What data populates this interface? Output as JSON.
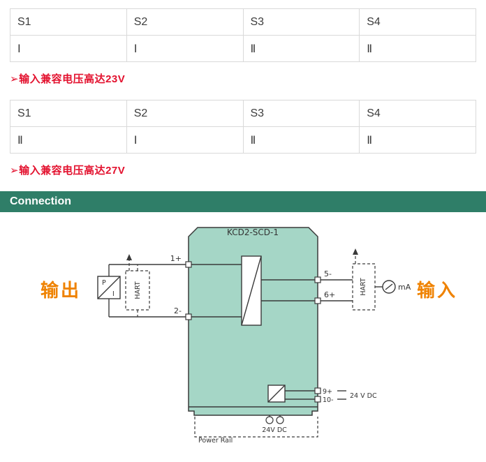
{
  "tables": [
    {
      "headers": [
        "S1",
        "S2",
        "S3",
        "S4"
      ],
      "values": [
        "Ⅰ",
        "Ⅰ",
        "Ⅱ",
        "Ⅱ"
      ],
      "note": "➢输入兼容电压高达23V"
    },
    {
      "headers": [
        "S1",
        "S2",
        "S3",
        "S4"
      ],
      "values": [
        "Ⅱ",
        "Ⅰ",
        "Ⅱ",
        "Ⅱ"
      ],
      "note": "➢输入兼容电压高达27V"
    }
  ],
  "section_title": "Connection",
  "diagram": {
    "device_label": "KCD2-SCD-1",
    "output_label": "输出",
    "input_label": "输入",
    "hart_left": "HART",
    "hart_right": "HART",
    "pi_converter": {
      "p": "P",
      "i": "I"
    },
    "terminals": {
      "t1": "1+",
      "t2": "2-",
      "t5": "5-",
      "t6": "6+",
      "t9": "9+",
      "t10": "10-"
    },
    "meter_label": "mA",
    "dc_label_right": "24 V DC",
    "dc_label_bottom": "24V DC",
    "power_rail_label": "Power Rail",
    "colors": {
      "device_fill": "#a5d6c6",
      "outline": "#3a3a3a",
      "accent_red": "#e3112e",
      "section_green": "#2f7e68",
      "cjk_orange": "#ef8200"
    }
  }
}
